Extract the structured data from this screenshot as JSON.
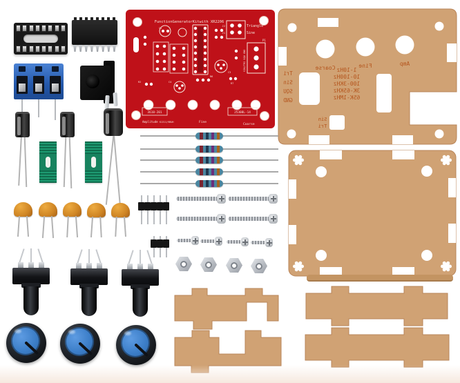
{
  "pcb": {
    "title": "FunctionGeneratorKitwith XR2206",
    "jumpers": {
      "j2_ref": "J2",
      "j2_label": "Triangle",
      "j1_ref": "J1",
      "j1_label": "Sine"
    },
    "p1_ref": "P1",
    "p1_label": "SIN/TRI SQU GND",
    "code_left": "3610-201",
    "amplitude_label": "Amplitude",
    "amplitude_extra": "K1311/9BUH",
    "fine_label": "Fine",
    "code_right": "25308L-14",
    "coarse_label": "Coarse",
    "refs": [
      "C1",
      "C3",
      "C4",
      "R2",
      "R6",
      "R7"
    ]
  },
  "front_panel": {
    "hole_labels": [
      "Coarse",
      "Fine",
      "Amp"
    ],
    "freq_ranges": [
      "1-10Hz",
      "10-100Hz",
      "100-3KHz",
      "3K-65KHz",
      "65K-1MHz"
    ],
    "signal_labels": [
      "Tri",
      "Sin",
      "SQU",
      "GND"
    ],
    "jumper_labels": [
      "Sin",
      "Tri"
    ],
    "text_note_mirrored": true
  },
  "colors": {
    "pcb_red": "#bf1119",
    "silkscreen": "#f4e6dc",
    "acrylic_tan": "#d0a274",
    "acrylic_text": "#b4541c",
    "terminal_blue": "#2357aa",
    "trimmer_green": "#18835f",
    "ceramic_yellow": "#cf8524",
    "knob_blue": "#3c7ec8"
  }
}
